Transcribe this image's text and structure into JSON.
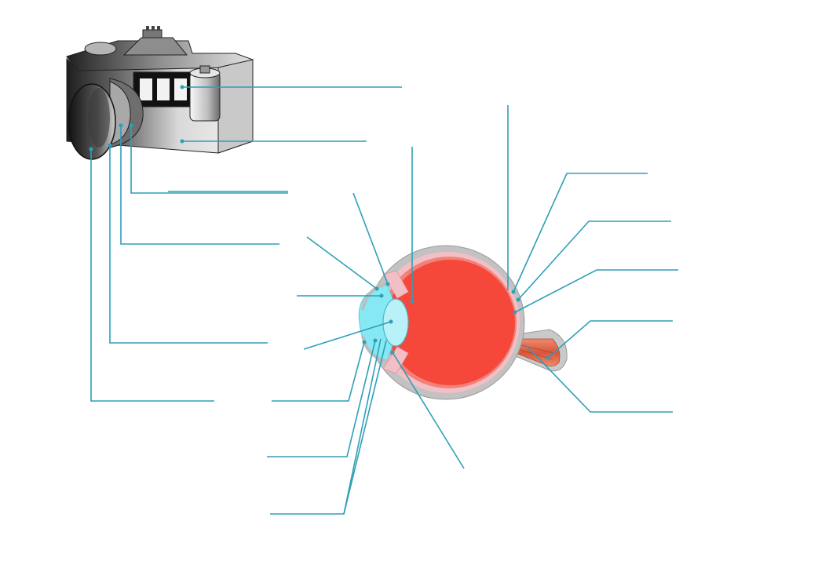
{
  "diagram": {
    "colors": {
      "leader": "#2e9fb7",
      "sclera": "#bdbdbd",
      "choroid": "#f3bfc6",
      "vitreous": "#f5473a",
      "cornea": "#86e8f2",
      "lens": "#b8f1f7",
      "optic_nerve": "#e06a4d",
      "camera_dark": "#2f2f2f",
      "camera_mid": "#9a9a9a",
      "camera_light": "#eeeeee"
    },
    "icons": [
      "camera-illustration",
      "eye-cross-section-illustration"
    ],
    "camera_leader_count": 6,
    "eye_leader_count": 13
  }
}
